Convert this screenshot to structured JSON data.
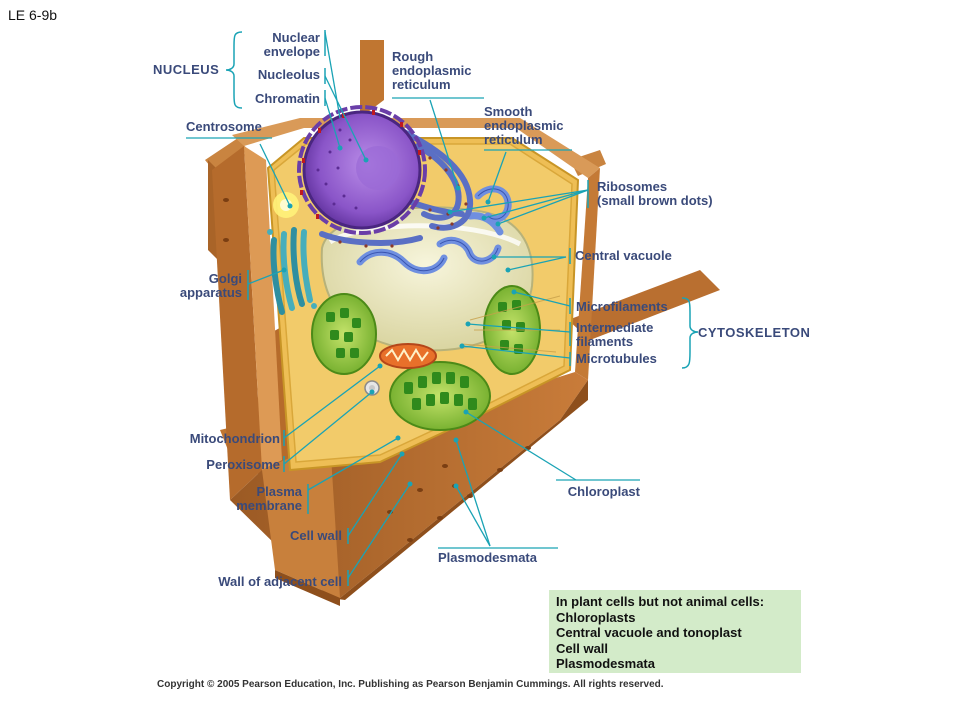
{
  "figure_id": "LE 6-9b",
  "colors": {
    "leader": "#1aa3b5",
    "label_text": "#3a4a7a",
    "wall": "#b76a2c",
    "wall_light": "#dd9a55",
    "cytoplasm": "#e6b84a",
    "vacuole": "#e4e1b2",
    "nucleus": "#7a48b8",
    "er": "#5a6fc4",
    "chloroplast": "#7dbb2f",
    "thylakoid": "#3a8a1e",
    "mitochondrion": "#e06a22",
    "note_bg": "#d3ebc9"
  },
  "labels": {
    "nucleus_group": "NUCLEUS",
    "nuclear_envelope": "Nuclear\nenvelope",
    "nucleolus": "Nucleolus",
    "chromatin": "Chromatin",
    "centrosome": "Centrosome",
    "golgi": "Golgi\napparatus",
    "rough_er": "Rough\nendoplasmic\nreticulum",
    "smooth_er": "Smooth\nendoplasmic\nreticulum",
    "ribosomes": "Ribosomes\n(small brown dots)",
    "central_vacuole": "Central vacuole",
    "microfilaments": "Microfilaments",
    "intermediate_filaments": "Intermediate\nfilaments",
    "microtubules": "Microtubules",
    "cytoskeleton_group": "CYTOSKELETON",
    "mitochondrion": "Mitochondrion",
    "peroxisome": "Peroxisome",
    "plasma_membrane": "Plasma\nmembrane",
    "cell_wall": "Cell wall",
    "wall_adjacent": "Wall of adjacent cell",
    "chloroplast": "Chloroplast",
    "plasmodesmata": "Plasmodesmata"
  },
  "note": {
    "heading": "In plant cells but not animal cells:",
    "items": [
      "Chloroplasts",
      "Central vacuole and tonoplast",
      "Cell wall",
      "Plasmodesmata"
    ]
  },
  "copyright": "Copyright © 2005 Pearson Education, Inc. Publishing as Pearson Benjamin Cummings. All rights reserved."
}
